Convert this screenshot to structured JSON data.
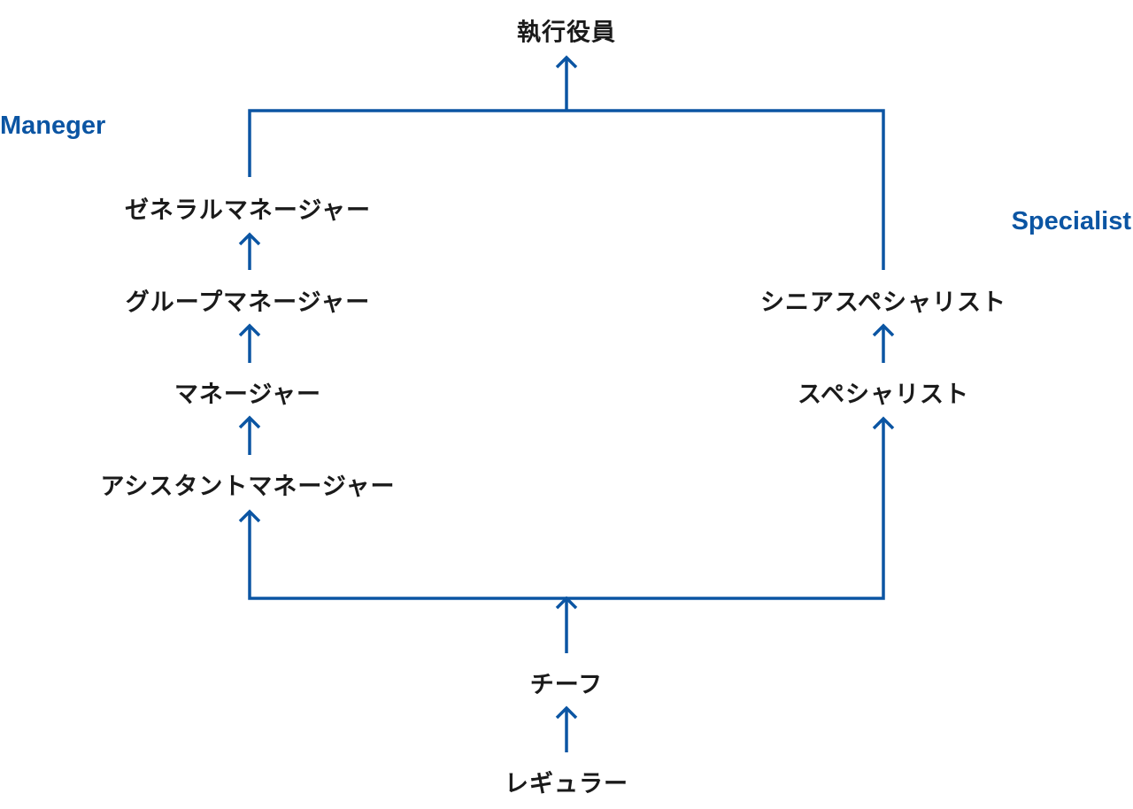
{
  "tracks": {
    "manager_label": "Maneger",
    "specialist_label": "Specialist"
  },
  "nodes": {
    "executive": "執行役員",
    "general_manager": "ゼネラルマネージャー",
    "group_manager": "グループマネージャー",
    "manager": "マネージャー",
    "assistant_manager": "アシスタントマネージャー",
    "senior_specialist": "シニアスペシャリスト",
    "specialist": "スペシャリスト",
    "chief": "チーフ",
    "regular": "レギュラー"
  },
  "colors": {
    "connector": "#0b55a3",
    "text": "#1a1a1a",
    "track_label": "#0b55a3"
  }
}
